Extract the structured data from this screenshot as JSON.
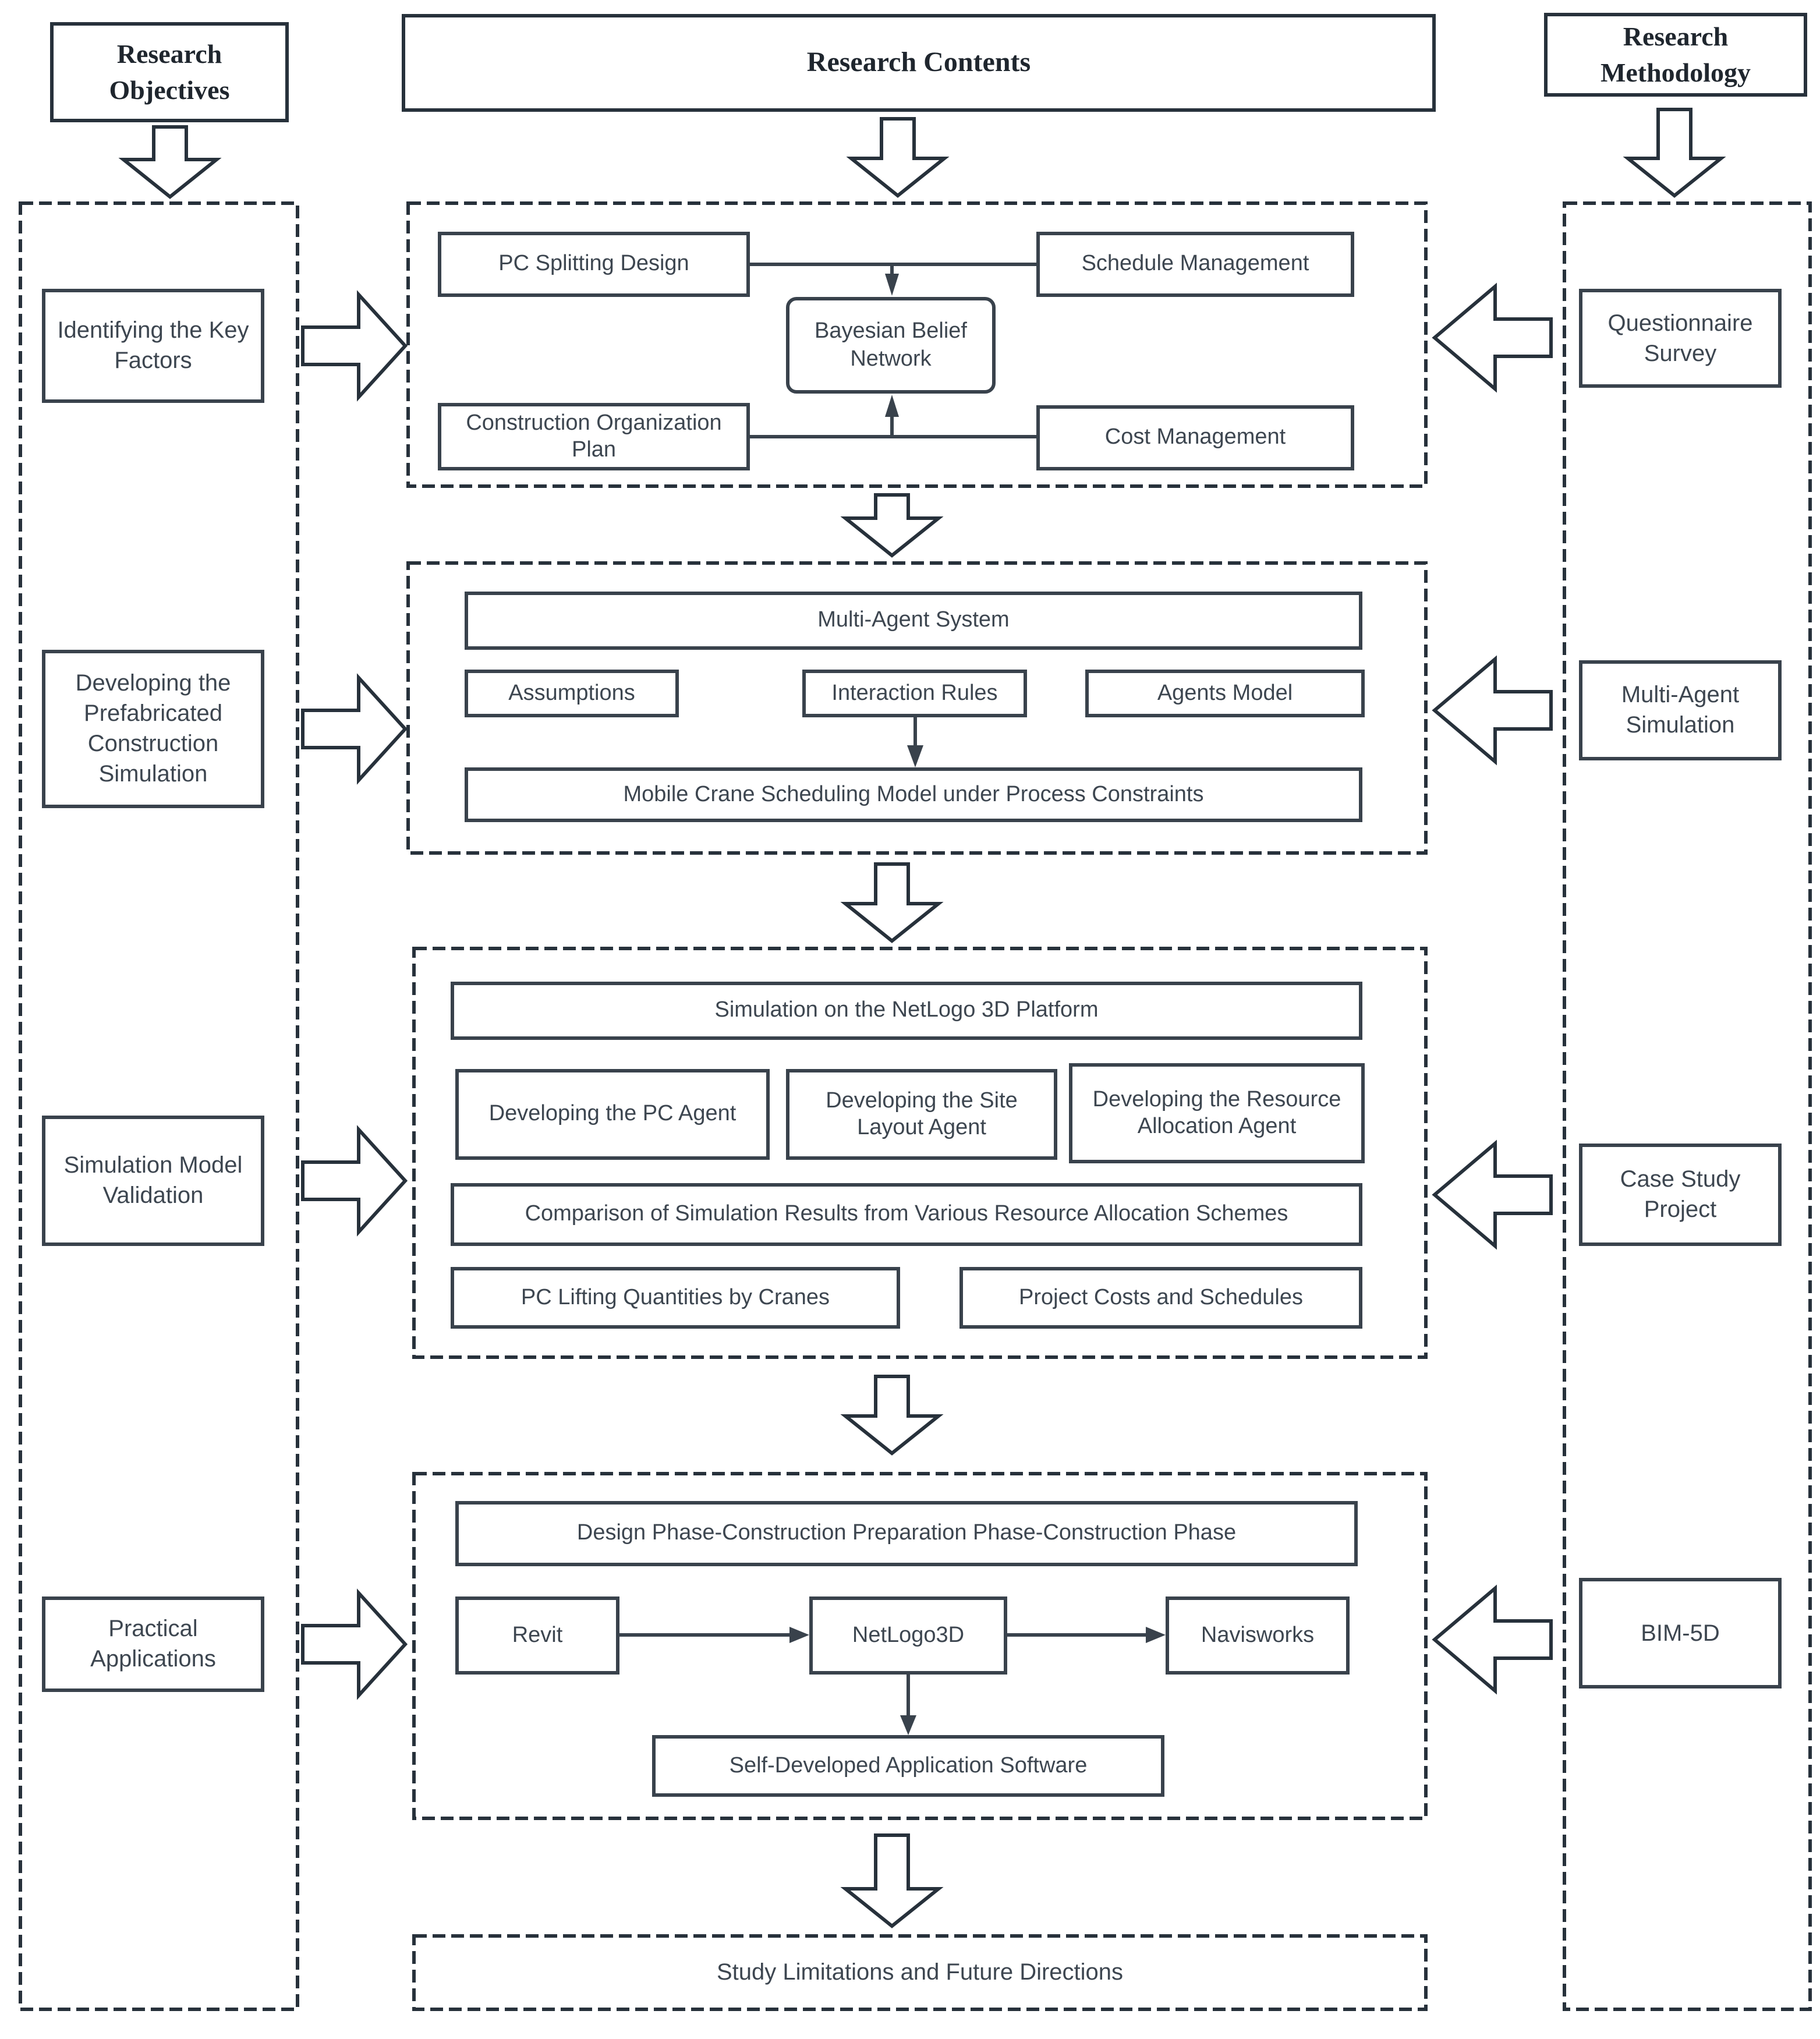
{
  "headers": {
    "objectives": "Research Objectives",
    "contents": "Research Contents",
    "methodology": "Research Methodology"
  },
  "objectives": {
    "items": [
      {
        "label": "Identifying the Key Factors"
      },
      {
        "label": "Developing the Prefabricated Construction Simulation"
      },
      {
        "label": "Simulation Model Validation"
      },
      {
        "label": "Practical Applications"
      }
    ]
  },
  "methodology": {
    "items": [
      {
        "label": "Questionnaire Survey"
      },
      {
        "label": "Multi-Agent Simulation"
      },
      {
        "label": "Case Study Project"
      },
      {
        "label": "BIM-5D"
      }
    ]
  },
  "contents": {
    "section1": {
      "pc_splitting": "PC Splitting Design",
      "schedule": "Schedule Management",
      "bbn": "Bayesian Belief Network",
      "construction_org": "Construction Organization Plan",
      "cost": "Cost Management"
    },
    "section2": {
      "mas": "Multi-Agent System",
      "assumptions": "Assumptions",
      "interaction_rules": "Interaction Rules",
      "agents_model": "Agents Model",
      "mobile_crane": "Mobile Crane Scheduling Model under Process Constraints"
    },
    "section3": {
      "platform": "Simulation on the NetLogo 3D Platform",
      "pc_agent": "Developing the PC Agent",
      "site_agent": "Developing the Site Layout Agent",
      "resource_agent": "Developing the Resource Allocation Agent",
      "comparison": "Comparison of Simulation Results from Various Resource Allocation Schemes",
      "lifting": "PC Lifting Quantities by Cranes",
      "costs_schedules": "Project Costs and Schedules"
    },
    "section4": {
      "phases": "Design Phase-Construction Preparation Phase-Construction Phase",
      "revit": "Revit",
      "netlogo3d": "NetLogo3D",
      "navisworks": "Navisworks",
      "software": "Self-Developed Application Software"
    },
    "section5": {
      "limitations": "Study Limitations and Future Directions"
    }
  },
  "colors": {
    "line": "#27313b",
    "box_border": "#39424c",
    "text": "#3d4650",
    "header_text": "#1f262e",
    "background": "#ffffff"
  }
}
